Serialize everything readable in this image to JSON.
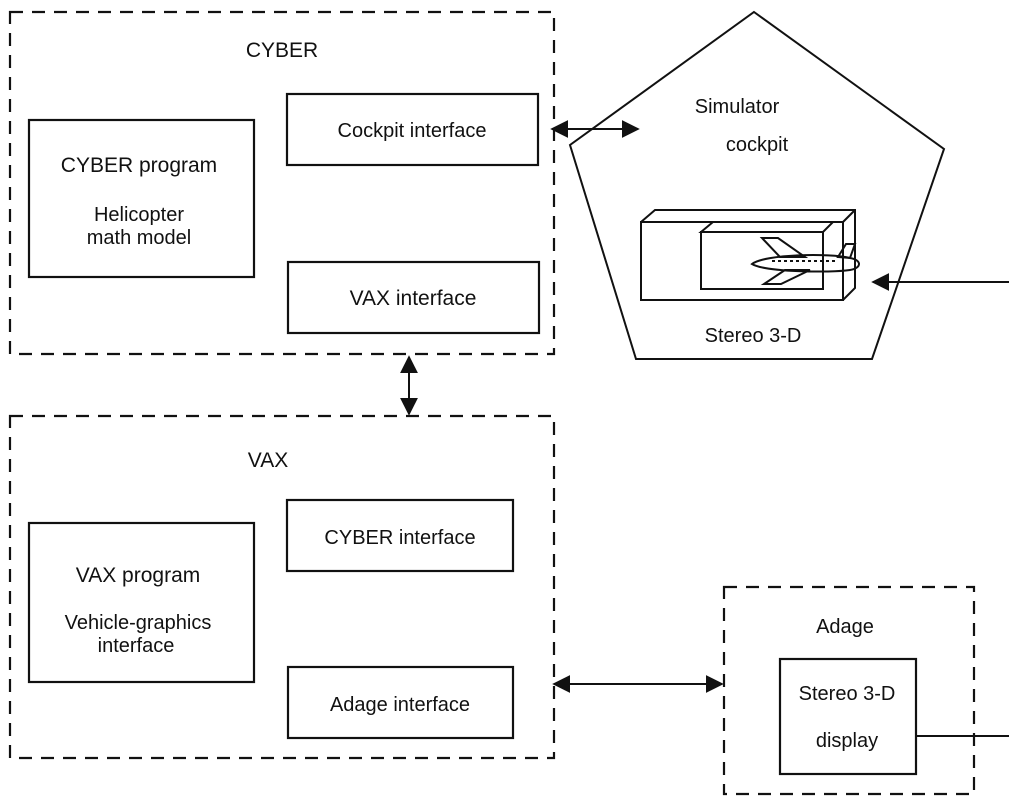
{
  "cyber": {
    "title": "CYBER",
    "program": "CYBER program",
    "model_line1": "Helicopter",
    "model_line2": "math model",
    "cockpit_interface": "Cockpit interface",
    "vax_interface": "VAX interface"
  },
  "vax": {
    "title": "VAX",
    "program": "VAX program",
    "graphics_line1": "Vehicle-graphics",
    "graphics_line2": "interface",
    "cyber_interface": "CYBER interface",
    "adage_interface": "Adage interface"
  },
  "cockpit": {
    "title_line1": "Simulator",
    "title_line2": "cockpit",
    "stereo_label": "Stereo 3-D"
  },
  "adage": {
    "title": "Adage",
    "display_line1": "Stereo 3-D",
    "display_line2": "display"
  }
}
